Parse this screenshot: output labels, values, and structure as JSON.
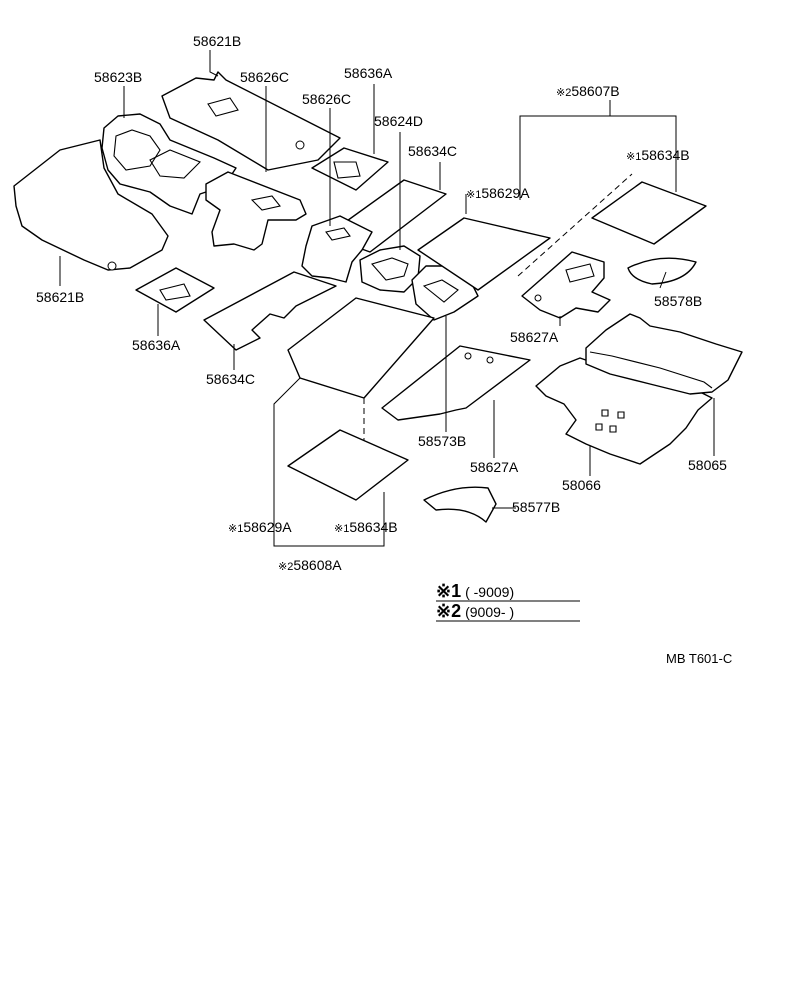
{
  "labels": {
    "l1": "58621B",
    "l2": "58623B",
    "l3": "58626C",
    "l4": "58636A",
    "l5": "58626C",
    "l6": "58624D",
    "l7": "58634C",
    "l8_mark": "※2",
    "l8_num": "58607B",
    "l9_mark": "※1",
    "l9_num": "58634B",
    "l10_mark": "※1",
    "l10_num": "58629A",
    "l11": "58621B",
    "l12": "58578B",
    "l13": "58636A",
    "l14": "58627A",
    "l15": "58634C",
    "l16": "58573B",
    "l17": "58627A",
    "l18": "58066",
    "l19": "58065",
    "l20": "58577B",
    "l21_mark": "※1",
    "l21_num": "58629A",
    "l22_mark": "※1",
    "l22_num": "58634B",
    "l23_mark": "※2",
    "l23_num": "58608A"
  },
  "notes": [
    {
      "mark": "※1",
      "text": "(          -9009)"
    },
    {
      "mark": "※2",
      "text": "(9009-           )"
    }
  ],
  "code": "MB T601-C"
}
